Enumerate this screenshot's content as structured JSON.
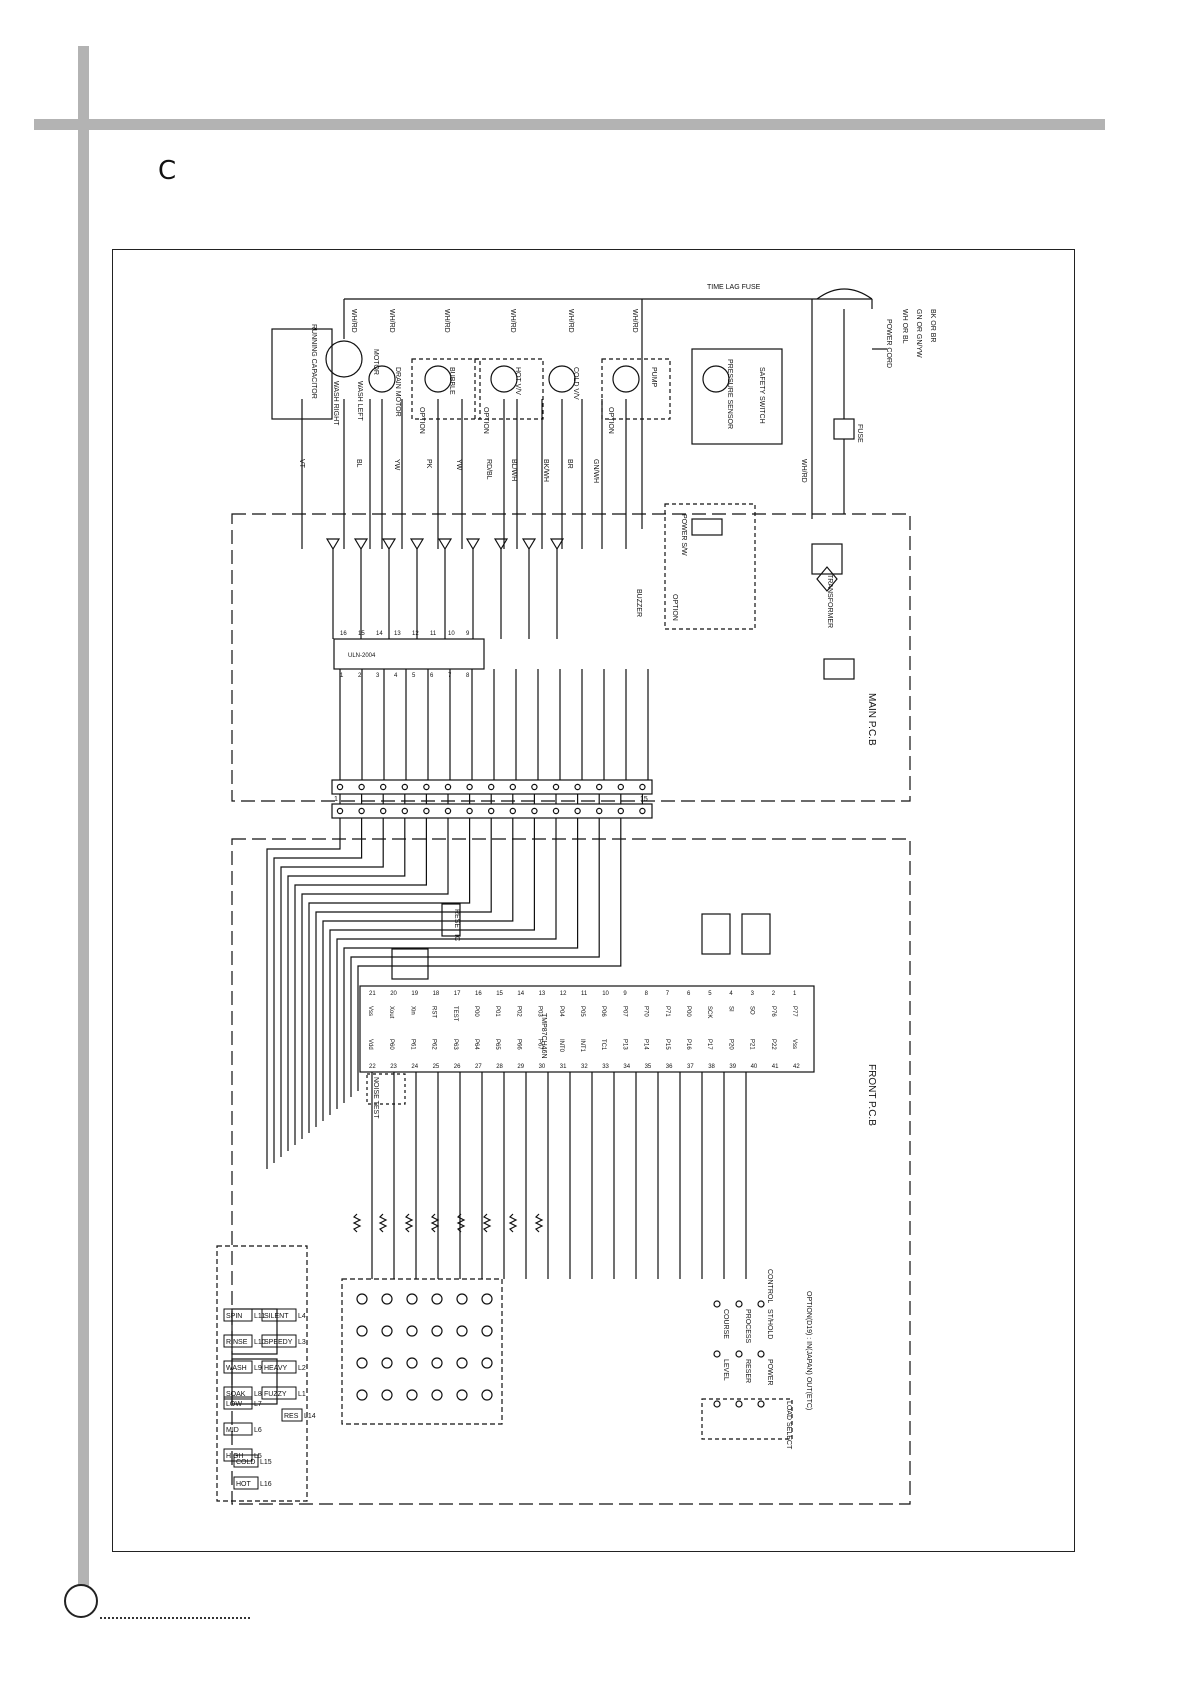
{
  "page": {
    "section_letter": "C"
  },
  "labels": {
    "power_cord": "POWER CORD",
    "fuse": "FUSE",
    "time_lag_fuse": "TIME LAG FUSE",
    "running_capacitor": "RUNNING CAPACITOR",
    "wash_right": "WASH RIGHT",
    "wash_left": "WASH LEFT",
    "motor": "MOTOR",
    "drain_motor": "DRAIN MOTOR",
    "bubble": "BUBBLE",
    "hot_valve": "HOT V/V",
    "cold_valve": "COLD V/V",
    "pump": "PUMP",
    "pressure_sensor": "PRESSURE SENSOR",
    "safety_switch": "SAFETY SWITCH",
    "option": "OPTION",
    "power_sw": "POWER S/W",
    "transformer": "TRANSFORMER",
    "buzzer": "BUZZER",
    "main_pcb": "MAIN P.C.B",
    "front_pcb": "FRONT P.C.B",
    "mcu": "TMP87CH46N",
    "driver_ic": "ULN-2004",
    "reset_ic": "RESET IC",
    "noise_test": "NOISE TEST",
    "load_select": "LOAD SELECT",
    "option_note": "OPTION(D19) : IN(JAPAN) OUT(ETC)",
    "sw_course": "COURSE",
    "sw_process": "PROCESS",
    "sw_st_hold": "ST/HOLD",
    "sw_level": "LEVEL",
    "sw_reser": "RESER",
    "sw_power": "POWER",
    "sw_control": "CONTROL"
  },
  "wire_colors": {
    "wh_rd": "WH/RD",
    "bl_wh": "BL/WH",
    "bk_wh": "BK/WH",
    "gn_wh": "GN/WH",
    "yw": "YW",
    "pk": "PK",
    "br": "BR",
    "vt": "VT",
    "bl": "BL",
    "rd_bl": "RD/BL",
    "wh_or_bl": "WH OR BL",
    "gn_or_gn_yw": "GN OR GN/YW",
    "bk_or_br": "BK OR BR"
  },
  "panel": {
    "left_keys": [
      "HIGH",
      "MID",
      "LOW"
    ],
    "left_codes": [
      "L5",
      "L6",
      "L7"
    ],
    "temp_keys": [
      "HOT",
      "COLD"
    ],
    "temp_codes": [
      "L16",
      "L15"
    ],
    "right_keys": [
      "SOAK",
      "WASH",
      "RINSE",
      "SPIN"
    ],
    "right_codes": [
      "L8",
      "L9",
      "L10",
      "L11"
    ],
    "course_keys": [
      "FUZZY",
      "HEAVY",
      "SPEEDY",
      "SILENT"
    ],
    "course_codes": [
      "L1",
      "L2",
      "L3",
      "L4"
    ],
    "res_key": "RES",
    "res_code": "L14"
  },
  "connector": {
    "pin_first": "1",
    "pin_last": "15"
  },
  "driver_pins": [
    "1",
    "2",
    "3",
    "4",
    "5",
    "6",
    "7",
    "8",
    "16",
    "15",
    "14",
    "13",
    "12",
    "11",
    "10",
    "9"
  ],
  "mcu_pins_top": [
    "21",
    "20",
    "19",
    "18",
    "17",
    "16",
    "15",
    "14",
    "13",
    "12",
    "11",
    "10",
    "9",
    "8",
    "7",
    "6",
    "5",
    "4",
    "3",
    "2",
    "1"
  ],
  "mcu_pins_bottom": [
    "22",
    "23",
    "24",
    "25",
    "26",
    "27",
    "28",
    "29",
    "30",
    "31",
    "32",
    "33",
    "34",
    "35",
    "36",
    "37",
    "38",
    "39",
    "40",
    "41",
    "42"
  ],
  "mcu_names_top": [
    "Vss",
    "Xout",
    "Xin",
    "RST",
    "TEST",
    "P00",
    "P01",
    "P02",
    "P03",
    "P04",
    "P05",
    "P06",
    "P07",
    "P70",
    "P71",
    "P00",
    "SCK",
    "SI",
    "SO",
    "P76",
    "P77"
  ],
  "mcu_names_bottom": [
    "Vdd",
    "P60",
    "P61",
    "P62",
    "P63",
    "P64",
    "P65",
    "P66",
    "P67",
    "INT0",
    "INT1",
    "TC1",
    "P13",
    "P14",
    "P15",
    "P16",
    "P17",
    "P20",
    "P21",
    "P22",
    "Vss"
  ],
  "colors": {
    "band": "#b3b3b3",
    "ink": "#111111"
  }
}
